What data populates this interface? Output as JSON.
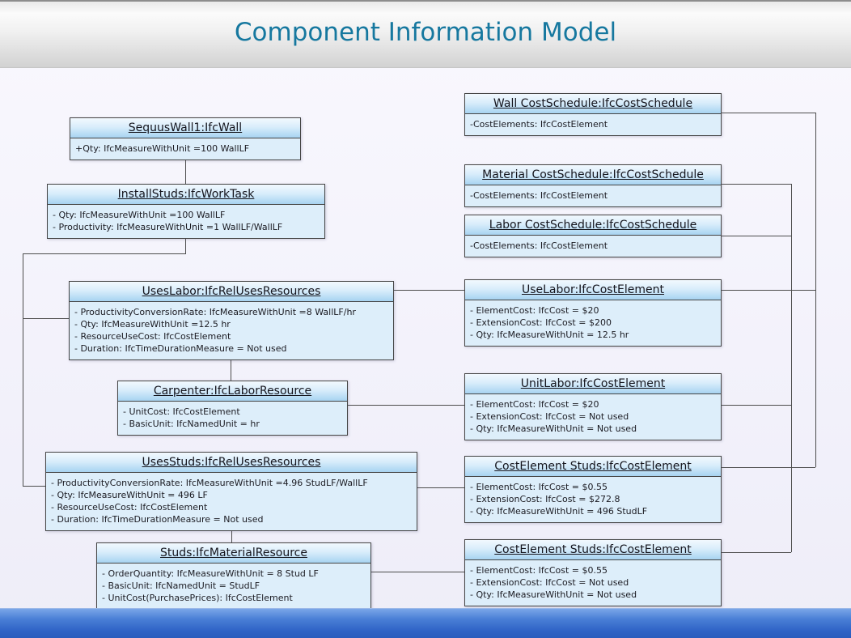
{
  "header": {
    "title": "Component Information Model"
  },
  "colors": {
    "title_text": "#16789f",
    "box_header_blue": "#a7d2f0",
    "box_body_blue": "#ddeefa",
    "box_border": "#454545",
    "connector": "#4d4d4d",
    "footer_bar": "#2f63c6",
    "banner_gray": "#d2d2d2"
  },
  "boxes": [
    {
      "id": "sequuswall1",
      "title": "SequusWall1:IfcWall",
      "attrs": [
        "+Qty: IfcMeasureWithUnit =100 WallLF"
      ]
    },
    {
      "id": "installstuds",
      "title": "InstallStuds:IfcWorkTask",
      "attrs": [
        "- Qty: IfcMeasureWithUnit =100 WallLF",
        "- Productivity: IfcMeasureWithUnit =1 WallLF/WallLF"
      ]
    },
    {
      "id": "useslabor",
      "title": "UsesLabor:IfcRelUsesResources",
      "attrs": [
        "- ProductivityConversionRate: IfcMeasureWithUnit =8 WallLF/hr",
        "- Qty: IfcMeasureWithUnit =12.5 hr",
        "- ResourceUseCost: IfcCostElement",
        "- Duration: IfcTimeDurationMeasure = Not used"
      ]
    },
    {
      "id": "carpenter",
      "title": "Carpenter:IfcLaborResource",
      "attrs": [
        "- UnitCost: IfcCostElement",
        "- BasicUnit: IfcNamedUnit = hr"
      ]
    },
    {
      "id": "usesstuds",
      "title": "UsesStuds:IfcRelUsesResources",
      "attrs": [
        "- ProductivityConversionRate: IfcMeasureWithUnit =4.96 StudLF/WallLF",
        "- Qty: IfcMeasureWithUnit = 496 LF",
        "- ResourceUseCost: IfcCostElement",
        "- Duration: IfcTimeDurationMeasure = Not used"
      ]
    },
    {
      "id": "studs",
      "title": "Studs:IfcMaterialResource",
      "attrs": [
        "- OrderQuantity: IfcMeasureWithUnit = 8 Stud LF",
        "- BasicUnit: IfcNamedUnit = StudLF",
        "- UnitCost(PurchasePrices): IfcCostElement"
      ]
    },
    {
      "id": "wall-costschedule",
      "title": "Wall CostSchedule:IfcCostSchedule",
      "attrs": [
        "-CostElements: IfcCostElement"
      ]
    },
    {
      "id": "material-costschedule",
      "title": "Material CostSchedule:IfcCostSchedule",
      "attrs": [
        "-CostElements: IfcCostElement"
      ]
    },
    {
      "id": "labor-costschedule",
      "title": "Labor CostSchedule:IfcCostSchedule",
      "attrs": [
        "-CostElements: IfcCostElement"
      ]
    },
    {
      "id": "uselabor",
      "title": "UseLabor:IfcCostElement",
      "attrs": [
        "- ElementCost: IfcCost = $20",
        "- ExtensionCost: IfcCost = $200",
        "- Qty: IfcMeasureWithUnit = 12.5 hr"
      ]
    },
    {
      "id": "unitlabor",
      "title": "UnitLabor:IfcCostElement",
      "attrs": [
        "- ElementCost: IfcCost = $20",
        "- ExtensionCost: IfcCost = Not used",
        "- Qty: IfcMeasureWithUnit = Not used"
      ]
    },
    {
      "id": "costelement-studs-1",
      "title": "CostElement Studs:IfcCostElement",
      "attrs": [
        "- ElementCost: IfcCost = $0.55",
        "- ExtensionCost: IfcCost = $272.8",
        "- Qty: IfcMeasureWithUnit = 496 StudLF"
      ]
    },
    {
      "id": "costelement-studs-2",
      "title": "CostElement Studs:IfcCostElement",
      "attrs": [
        "- ElementCost: IfcCost = $0.55",
        "- ExtensionCost: IfcCost = Not used",
        "- Qty: IfcMeasureWithUnit = Not used"
      ]
    }
  ]
}
